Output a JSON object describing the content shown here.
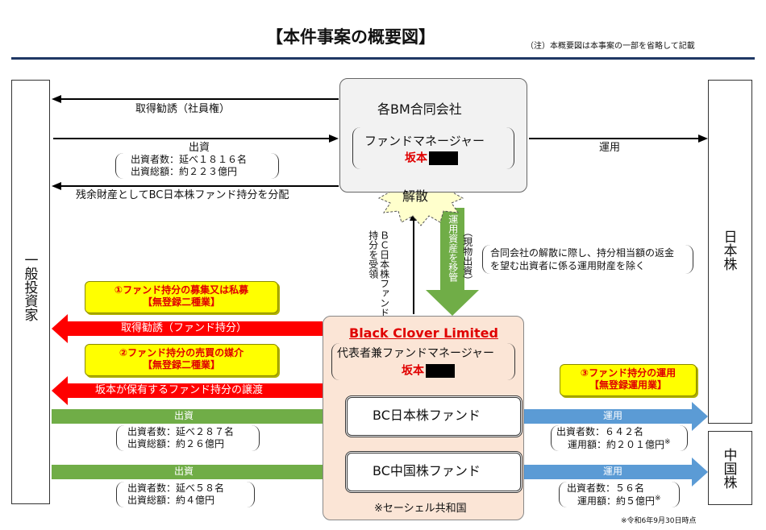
{
  "title": "【本件事案の概要図】",
  "note": "（注）本概要図は本事案の一部を省略して記載",
  "investors": "一般投資家",
  "japan_stocks": "日本株",
  "china_stocks": "中国株",
  "bm": {
    "name": "各BM合同会社",
    "role": "ファンドマネージャー",
    "person": "坂本"
  },
  "dissolution": "解散",
  "arrows": {
    "solicit_employee": "取得勧誘（社員権）",
    "investment": "出資",
    "investment_people": "出資者数：延べ１８１６名",
    "investment_total": "出資総額：約２２３億円",
    "distribution": "残余財産としてBC日本株ファンド持分を分配",
    "operation": "運用",
    "receive_bc": "ＢＣ日本株ファンド持分を受領",
    "transfer_assets": "運用資産を移管",
    "in_kind": "（現物出資）",
    "exclusion_line1": "合同会社の解散に際し、持分相当額の返金",
    "exclusion_line2": "を望む出資者に係る運用財産を除く",
    "solicit_fund": "取得勧誘（ファンド持分）",
    "transfer_share": "坂本が保有するファンド持分の譲渡"
  },
  "callouts": {
    "c1_line1": "①ファンド持分の募集又は私募",
    "c1_line2": "【無登録二種業】",
    "c2_line1": "②ファンド持分の売買の媒介",
    "c2_line2": "【無登録二種業】",
    "c3_line1": "③ファンド持分の運用",
    "c3_line2": "【無登録運用業】"
  },
  "bc": {
    "name": "Black Clover Limited",
    "role": "代表者兼ファンドマネージャー",
    "person": "坂本",
    "fund_japan": "BC日本株ファンド",
    "fund_china": "BC中国株ファンド",
    "country": "※セーシェル共和国"
  },
  "japan_fund_flow": {
    "invest_label": "出資",
    "invest_people": "出資者数：延べ２８７名",
    "invest_total": "出資総額：約２６億円",
    "op_label": "運用",
    "op_people": "出資者数：６４２名",
    "op_amount": "運用額：約２０１億円",
    "op_mark": "※"
  },
  "china_fund_flow": {
    "invest_label": "出資",
    "invest_people": "出資者数：延べ５８名",
    "invest_total": "出資総額：約４億円",
    "op_label": "運用",
    "op_people": "出資者数：５６名",
    "op_amount": "運用額：約５億円",
    "op_mark": "※"
  },
  "footnote": "※令和6年9月30日時点",
  "colors": {
    "navy_rule": "#1f3864",
    "red_arrow": "#ff0000",
    "green_arrow": "#70ad47",
    "blue_arrow": "#5b9bd5",
    "callout_yellow": "#ffff00",
    "bc_box": "#fbe5d6"
  }
}
